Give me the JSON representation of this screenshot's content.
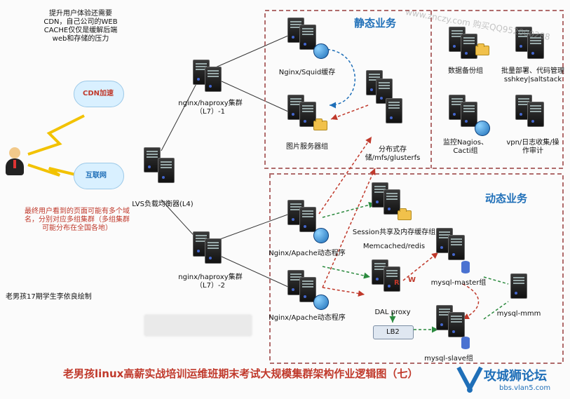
{
  "title": "老男孩linux高薪实战培训运维班期末考试大规模集群架构作业逻辑图（七）",
  "credit": "老男孩17期学生李依良绘制",
  "notes": {
    "cdn_note": "提升用户体验还需要CDN，自己公司的WEB CACHE仅仅是缓解后端web和存储的压力",
    "domain_note": "最终用户看到的页面可能有多个域名，分别对应多组集群（多组集群可能分布在全国各地）"
  },
  "clouds": [
    {
      "label": "CDN加速"
    },
    {
      "label": "互联网"
    }
  ],
  "sections": {
    "static": "静态业务",
    "dynamic": "动态业务"
  },
  "nodes": {
    "lvs": "LVS负载均衡器(L4)",
    "haproxy1": "nginx/haproxy集群（L7）-1",
    "haproxy2": "nginx/haproxy集群（L7）-2",
    "nginx_squid": "Nginx/Squid缓存",
    "image_servers": "图片服务器组",
    "storage": "分布式存储/mfs/glusterfs",
    "backup": "数据备份组",
    "batch": "批量部署、代码管理 sshkey|saltstack",
    "monitor": "监控Nagios、Cacti组",
    "vpn": "vpn/日志收集/操作审计",
    "apache1": "Nginx/Apache动态程序",
    "apache2": "Nginx/Apache动态程序",
    "session": "Session共享及内存缓存组",
    "memcached": "Memcached/redis",
    "dal": "DAL proxy",
    "lb2": "LB2",
    "mysql_master": "mysql-master组",
    "mysql_mmm": "mysql-mmm",
    "mysql_slave": "mysql-slave组",
    "rw_r": "R",
    "rw_w": "W"
  },
  "overlay": {
    "watermark": "www.znczy.com 购买QQ952000288",
    "forum_name": "攻城狮论坛",
    "forum_url": "bbs.vlan5.com"
  },
  "colors": {
    "title_red": "#c0392b",
    "section_border": "#b06b6b",
    "blue_text": "#1f6fb8"
  }
}
